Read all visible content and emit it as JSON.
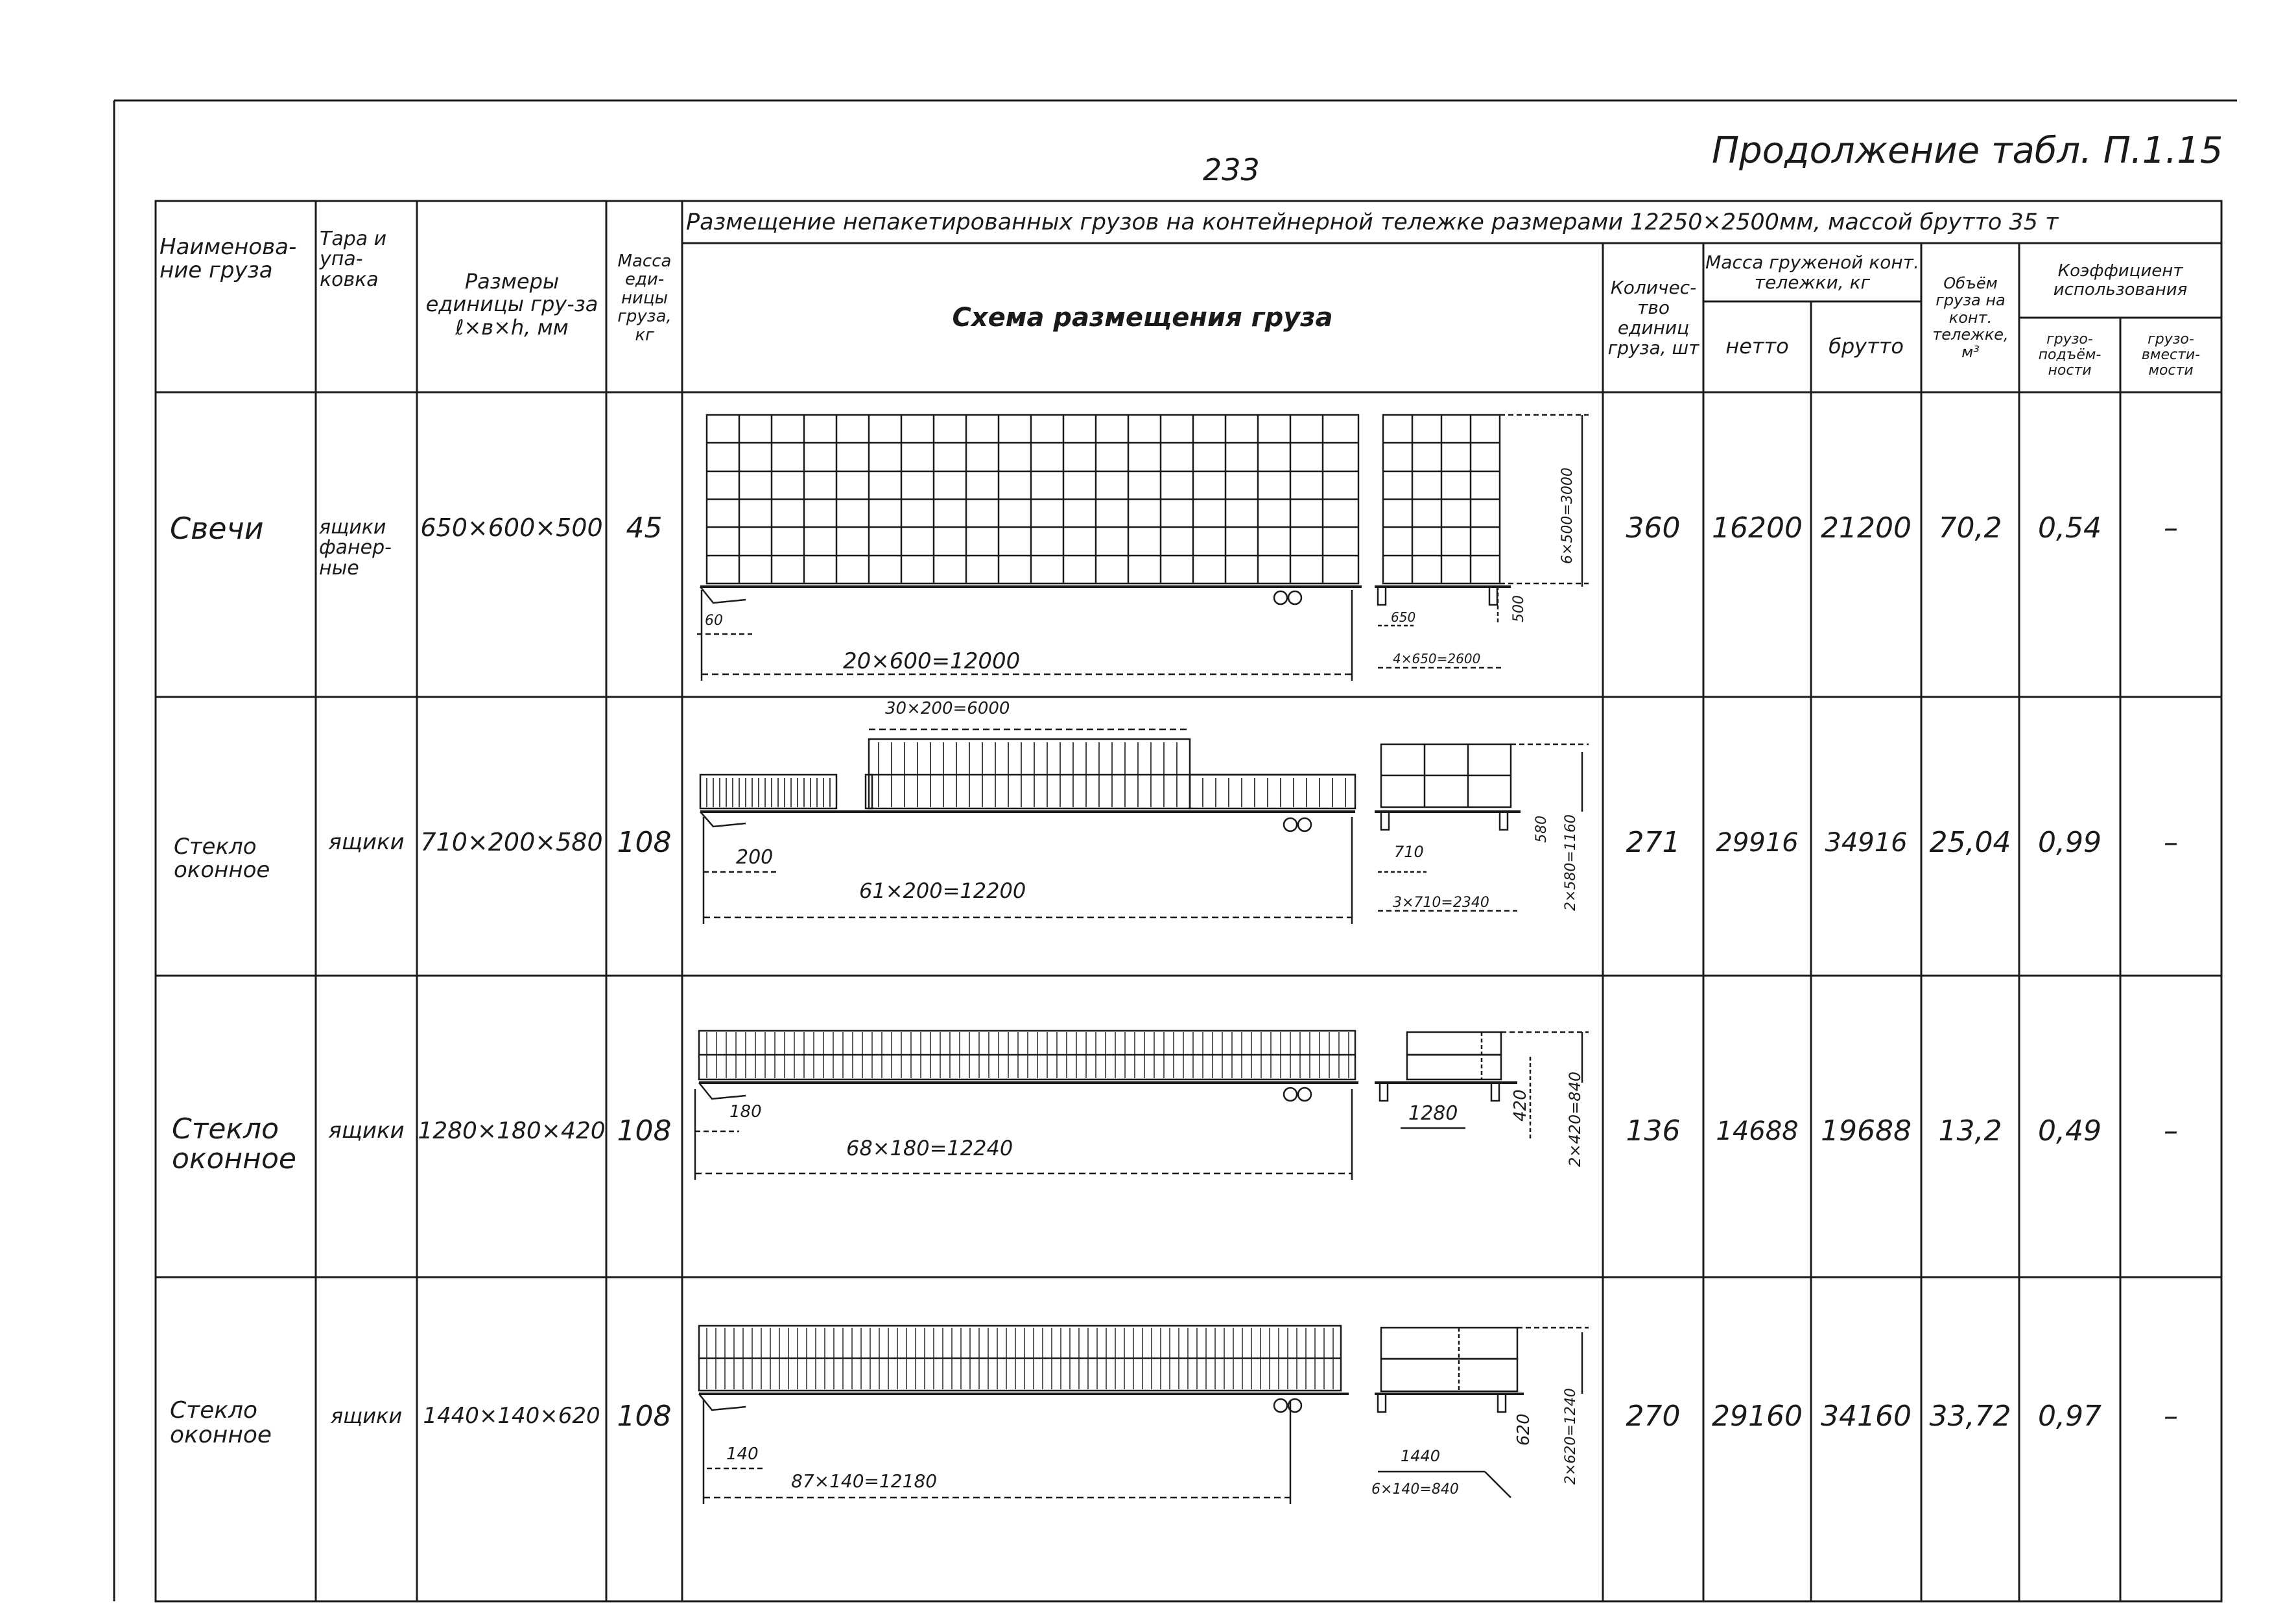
{
  "page": {
    "page_number": "233",
    "continuation": "Продолжение табл. П.1.15"
  },
  "table": {
    "headers": {
      "name": "Наименова-ние груза",
      "pack": "Тара и упа-ковка",
      "size": "Размеры единицы гру-за ℓ×в×h, мм",
      "mass": "Масса еди-ницы груза, кг",
      "section_title": "Размещение непакетированных грузов на контейнерной тележке размерами 12250×2500мм, массой брутто 35 т",
      "scheme": "Схема размещения груза",
      "count": "Количес-тво единиц груза, шт",
      "cargo_mass": "Масса груженой конт. тележки, кг",
      "netto": "нетто",
      "brutto": "брутто",
      "volume": "Объём груза на конт. тележке, м³",
      "coef": "Коэффициент использования",
      "coef_load": "грузо-подъём-ности",
      "coef_space": "грузо-вмести-мости"
    },
    "rows": [
      {
        "name": "Свечи",
        "pack": "ящики фанер-ные",
        "size": "650×600×500",
        "mass": "45",
        "count": "360",
        "netto": "16200",
        "brutto": "21200",
        "volume": "70,2",
        "coef_load": "0,54",
        "coef_space": "–",
        "dims": {
          "top": "",
          "length": "20×600=12000",
          "left": "60",
          "side_w": "4×650=2600",
          "side_h": "6×500=3000",
          "side_small": "500",
          "side_lbl": "650"
        }
      },
      {
        "name": "Стекло оконное",
        "pack": "ящики",
        "size": "710×200×580",
        "mass": "108",
        "count": "271",
        "netto": "29916",
        "brutto": "34916",
        "volume": "25,04",
        "coef_load": "0,99",
        "coef_space": "–",
        "dims": {
          "top": "30×200=6000",
          "length": "61×200=12200",
          "left": "200",
          "side_w": "3×710=2340",
          "side_h": "2×580=1160",
          "side_small": "580",
          "side_lbl": "710"
        }
      },
      {
        "name": "Стекло оконное",
        "pack": "ящики",
        "size": "1280×180×420",
        "mass": "108",
        "count": "136",
        "netto": "14688",
        "brutto": "19688",
        "volume": "13,2",
        "coef_load": "0,49",
        "coef_space": "–",
        "dims": {
          "top": "",
          "length": "68×180=12240",
          "left": "180",
          "side_w": "",
          "side_h": "2×420=840",
          "side_small": "420",
          "side_lbl": "1280"
        }
      },
      {
        "name": "Стекло оконное",
        "pack": "ящики",
        "size": "1440×140×620",
        "mass": "108",
        "count": "270",
        "netto": "29160",
        "brutto": "34160",
        "volume": "33,72",
        "coef_load": "0,97",
        "coef_space": "–",
        "dims": {
          "top": "",
          "length": "87×140=12180",
          "left": "140",
          "side_w": "6×140=840",
          "side_h": "2×620=1240",
          "side_small": "620",
          "side_lbl": "1440"
        }
      }
    ]
  }
}
